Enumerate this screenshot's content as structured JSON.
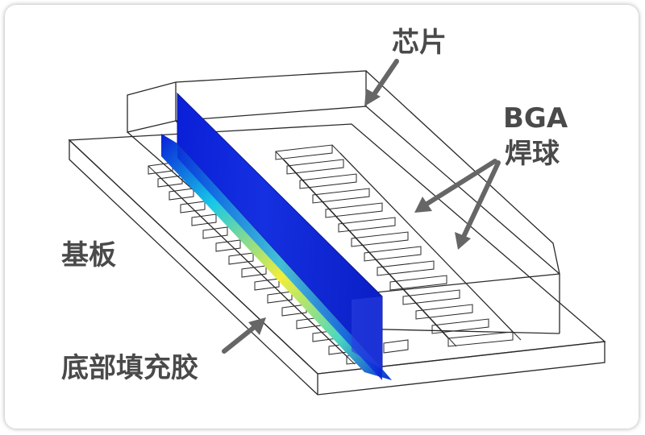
{
  "labels": {
    "chip": "芯片",
    "bga_line1": "BGA",
    "bga_line2": "焊球",
    "substrate": "基板",
    "underfill": "底部填充胶"
  },
  "colors": {
    "outline": "#2a2a2a",
    "label_text": "#4a4a4a",
    "arrow": "#666666",
    "underfill_low": "#0a1fd8",
    "underfill_mid": "#17c7e8",
    "underfill_high": "#f2ee3a"
  }
}
